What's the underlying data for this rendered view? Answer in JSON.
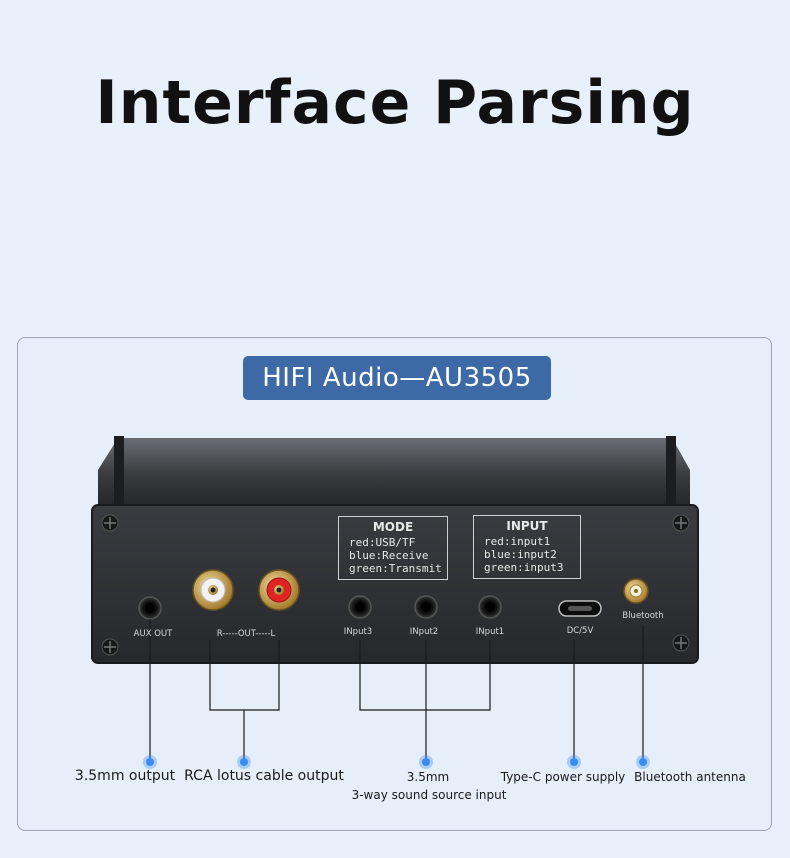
{
  "headline": "Interface Parsing",
  "product_badge": "HIFI  Audio—AU3505",
  "mode_box": {
    "title": "MODE",
    "lines": [
      "red:USB/TF",
      "blue:Receive",
      "green:Transmit"
    ]
  },
  "input_box": {
    "title": "INPUT",
    "lines": [
      "red:input1",
      "blue:input2",
      "green:input3"
    ]
  },
  "device_labels": {
    "aux_out": "AUX OUT",
    "rca_out": "R-----OUT-----L",
    "input3": "INput3",
    "input2": "INput2",
    "input1": "INput1",
    "dc": "DC/5V",
    "bluetooth": "Bluetooth"
  },
  "callouts": {
    "aux": "3.5mm output",
    "rca": "RCA  lotus cable output",
    "input_line1": "3.5mm",
    "input_line2": "3-way sound source input",
    "typec": "Type-C power supply",
    "bt": "Bluetooth antenna"
  },
  "colors": {
    "page_bg": "#e8f0fb",
    "badge_bg": "#3d6aa6",
    "callout_dot": "#3a8df0",
    "device_body": "#2b2d31",
    "rca_white": "#f2f2f2",
    "rca_red": "#e02424",
    "gold": "#c9a24a"
  }
}
